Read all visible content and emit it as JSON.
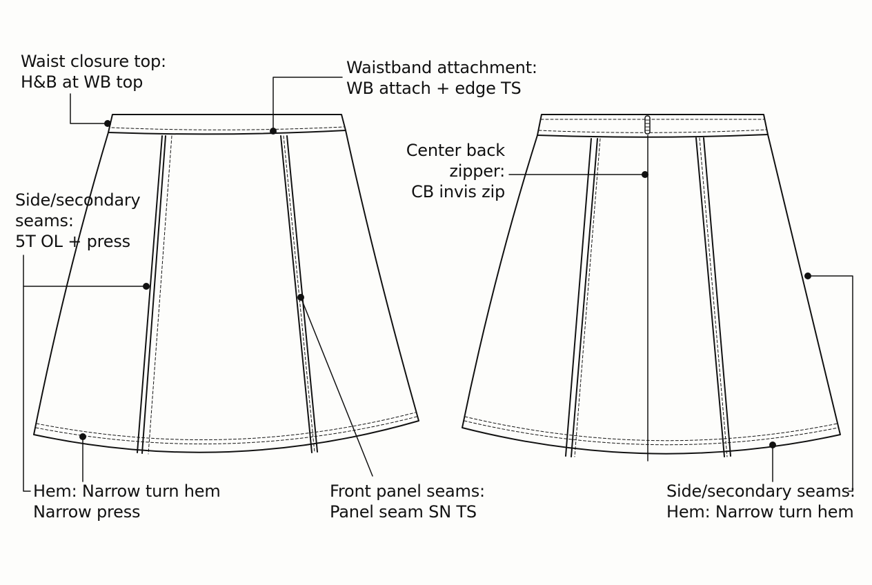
{
  "labels": {
    "waist_closure": {
      "title": "Waist closure top:",
      "detail": "H&B at WB top"
    },
    "waistband_attachment": {
      "title": "Waistband attachment:",
      "detail": "WB attach + edge TS"
    },
    "side_seams_front": {
      "title": "Side/secondary",
      "title2": "seams:",
      "detail": "5T OL + press"
    },
    "center_back_zipper": {
      "title": "Center back",
      "title2": "zipper:",
      "detail": "CB invis zip"
    },
    "hem_front": {
      "title": "Hem: Narrow turn hem",
      "detail": "Narrow press"
    },
    "front_panel_seams": {
      "title": "Front panel seams:",
      "detail": "Panel seam SN TS"
    },
    "side_seams_back": {
      "title": "Side/secondary seams:",
      "detail": "Hem: Narrow turn hem"
    }
  },
  "colors": {
    "line": "#111111",
    "background": "#fdfdfb"
  }
}
